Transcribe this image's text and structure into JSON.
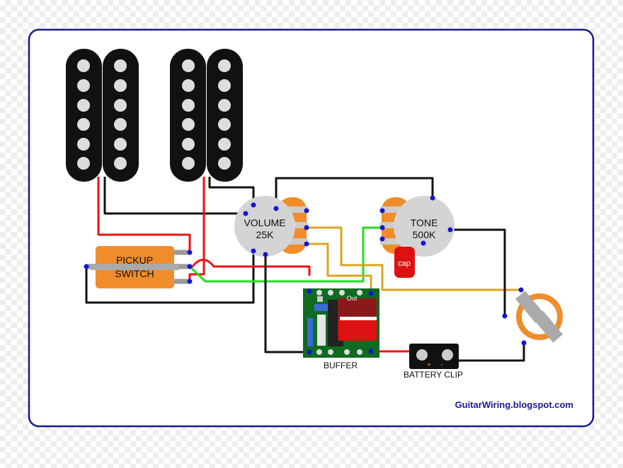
{
  "diagram": {
    "volume": {
      "name": "VOLUME",
      "value": "25K"
    },
    "tone": {
      "name": "TONE",
      "value": "500K"
    },
    "switch": {
      "line1": "PICKUP",
      "line2": "SWITCH"
    },
    "cap_label": "cap",
    "buffer_label": "BUFFER",
    "buffer_out_label": "Out",
    "battery_label": "BATTERY CLIP",
    "battery_plus": "+",
    "battery_minus": "-",
    "credit": "GuitarWiring.blogspot.com"
  },
  "colors": {
    "frame": "#1a1a8c",
    "pickup": "#111111",
    "pole": "#dddddd",
    "pot": "#d4d4d4",
    "lug": "#f08c2a",
    "switch": "#f08c2a",
    "buffer_board": "#0f6b1f",
    "cap": "#dd1111",
    "solder_point": "#1515d0",
    "credit": "#1a1a8c"
  }
}
